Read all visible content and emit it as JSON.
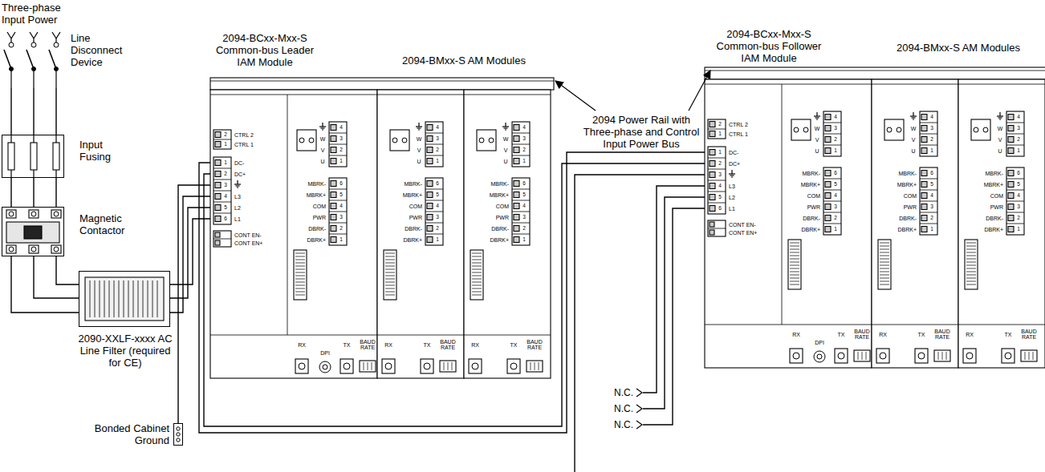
{
  "diagram": {
    "nodes": [
      {
        "text": [
          "Line Disconnect Device"
        ]
      },
      {
        "text": [
          "Input Fusing"
        ]
      },
      {
        "text": [
          "Magnetic Contactor"
        ]
      },
      {
        "text": [
          "2090-XXLF-xxxx AC Line Filter (required for CE)"
        ]
      },
      {
        "text": [
          "Bonded Cabinet Ground"
        ]
      },
      {
        "text": [
          "2094-BCxx-Mxx-S Common-bus Leader IAM Module"
        ]
      },
      {
        "text": [
          "2094-BMxx-S AM Modules"
        ]
      },
      {
        "text": [
          "2094-BCxx-Mxx-S Common-bus Follower IAM Module"
        ]
      },
      {
        "text": [
          "2094-BMxx-S AM Modules"
        ]
      }
    ],
    "edges": [
      {
        "from": 0,
        "to": 1,
        "arrow": "none"
      },
      {
        "from": 1,
        "to": 2,
        "arrow": "none"
      },
      {
        "from": 2,
        "to": 3,
        "arrow": "none"
      },
      {
        "from": 3,
        "to": 5,
        "arrow": "none"
      },
      {
        "from": 4,
        "to": 5,
        "arrow": "none"
      },
      {
        "from": 5,
        "to": 7,
        "arrow": "none"
      }
    ],
    "labels": [
      "Three-phase Input Power",
      "2094 Power Rail with Three-phase and Control Input Power Bus",
      "N.C.",
      "N.C.",
      "N.C.",
      "CTRL 2",
      "CTRL 1",
      "2",
      "1",
      "DC-",
      "DC+",
      "L3",
      "L2",
      "L1",
      "1",
      "2",
      "3",
      "4",
      "5",
      "6",
      "CONT EN-",
      "CONT EN+",
      "W",
      "V",
      "U",
      "4",
      "3",
      "2",
      "1",
      "MBRK-",
      "MBRK+",
      "COM",
      "PWR",
      "DBRK-",
      "DBRK+",
      "6",
      "5",
      "4",
      "3",
      "2",
      "1",
      "RX",
      "DPI",
      "TX",
      "BAUD RATE",
      "W",
      "V",
      "U",
      "4",
      "3",
      "2",
      "1",
      "MBRK-",
      "MBRK+",
      "COM",
      "PWR",
      "DBRK-",
      "DBRK+",
      "6",
      "5",
      "4",
      "3",
      "2",
      "1",
      "RX",
      "TX",
      "BAUD RATE",
      "W",
      "V",
      "U",
      "4",
      "3",
      "2",
      "1",
      "MBRK-",
      "MBRK+",
      "COM",
      "PWR",
      "DBRK-",
      "DBRK+",
      "6",
      "5",
      "4",
      "3",
      "2",
      "1",
      "RX",
      "TX",
      "BAUD RATE",
      "CTRL 2",
      "CTRL 1",
      "2",
      "1",
      "DC-",
      "DC+",
      "L3",
      "L2",
      "L1",
      "1",
      "2",
      "3",
      "4",
      "5",
      "6",
      "CONT EN-",
      "CONT EN+",
      "W",
      "V",
      "U",
      "4",
      "3",
      "2",
      "1",
      "MBRK-",
      "MBRK+",
      "COM",
      "PWR",
      "DBRK-",
      "DBRK+",
      "6",
      "5",
      "4",
      "3",
      "2",
      "1",
      "RX",
      "DPI",
      "TX",
      "BAUD RATE",
      "W",
      "V",
      "U",
      "4",
      "3",
      "2",
      "1",
      "MBRK-",
      "MBRK+",
      "COM",
      "PWR",
      "DBRK-",
      "DBRK+",
      "6",
      "5",
      "4",
      "3",
      "2",
      "1",
      "RX",
      "TX",
      "BAUD RATE",
      "W",
      "V",
      "U",
      "4",
      "3",
      "2",
      "1",
      "MBRK-",
      "MBRK+",
      "COM",
      "PWR",
      "DBRK-",
      "DBRK+",
      "6",
      "5",
      "4",
      "3",
      "2",
      "1",
      "RX",
      "TX",
      "BAUD RATE"
    ]
  }
}
